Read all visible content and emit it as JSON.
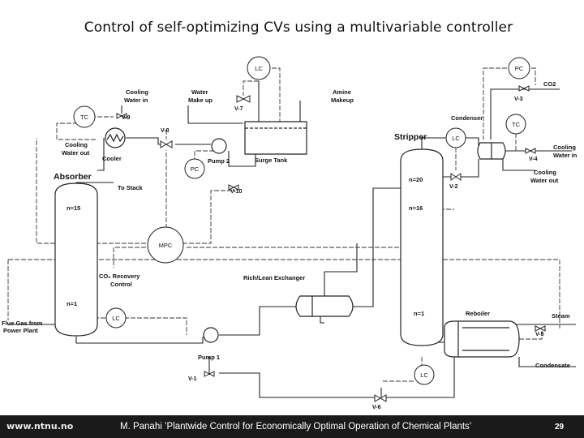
{
  "slide": {
    "title": "Control of self-optimizing CVs using a multivariable controller"
  },
  "diagram": {
    "controllers": {
      "lc_surge": "LC",
      "pc_top": "PC",
      "tc_cooler": "TC",
      "tc_condenser": "TC",
      "lc_condenser": "LC",
      "pc_pump2": "PC",
      "mpc": "MPC",
      "lc_absorber": "LC",
      "lc_reboiler": "LC"
    },
    "valves": {
      "v1": "V-1",
      "v2": "V-2",
      "v3": "V-3",
      "v4": "V-4",
      "v5": "V-5",
      "v6": "V-6",
      "v7": "V-7",
      "v8": "V-8",
      "v9": "V-9",
      "v10": "V-10"
    },
    "labels": {
      "cooling_water_in_1": "Cooling",
      "cooling_water_in_2": "Water in",
      "water_makeup_1": "Water",
      "water_makeup_2": "Make up",
      "amine_makeup_1": "Amine",
      "amine_makeup_2": "Makeup",
      "co2": "CO2",
      "condenser": "Condenser",
      "stripper": "Stripper",
      "cooling_water_out_1": "Cooling",
      "cooling_water_out_2": "Water out",
      "cooler": "Cooler",
      "pump2": "Pump 2",
      "surge_tank": "Surge Tank",
      "cooling_water_in_r1": "Cooling",
      "cooling_water_in_r2": "Water in",
      "cooling_water_out_r1": "Cooling",
      "cooling_water_out_r2": "Water out",
      "absorber": "Absorber",
      "to_stack": "To Stack",
      "n20": "n=20",
      "n16": "n=16",
      "n15": "n=15",
      "co2_recovery_1": "CO₂ Recovery",
      "co2_recovery_2": "Control",
      "rich_lean_exchanger": "Rich/Lean Exchanger",
      "n1_absorber": "n=1",
      "n1_stripper": "n=1",
      "reboiler": "Reboiler",
      "steam": "Steam",
      "flue_gas_1": "Flue Gas from",
      "flue_gas_2": "Power Plant",
      "pump1": "Pump 1",
      "condensate": "Condensate"
    }
  },
  "footer": {
    "url": "www.ntnu.no",
    "citation": "M. Panahi ’Plantwide Control for Economically Optimal Operation of Chemical Plants’",
    "page": "29"
  }
}
